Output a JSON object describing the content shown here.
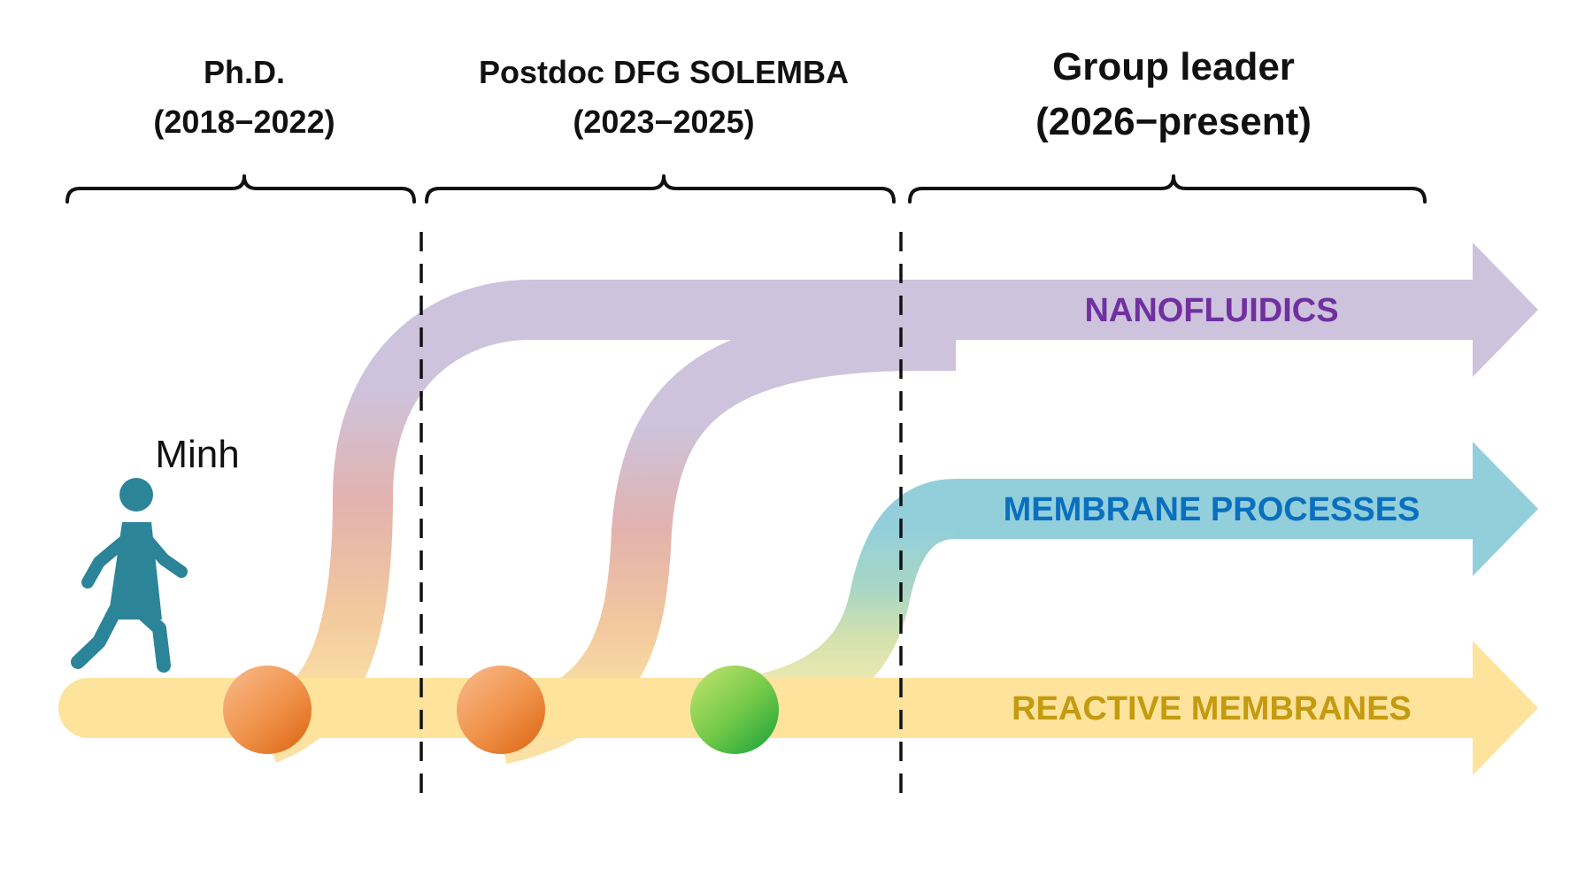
{
  "phases": [
    {
      "line1": "Ph.D.",
      "line2": "(2018−2022)"
    },
    {
      "line1": "Postdoc DFG SOLEMBA",
      "line2": "(2023−2025)"
    },
    {
      "line1": "Group leader",
      "line2": "(2026−present)"
    }
  ],
  "person": {
    "name": "Minh",
    "icon": "walking-person-icon",
    "color": "#2c8499"
  },
  "tracks": [
    {
      "label": "NANOFLUIDICS",
      "text_color": "#7030a0",
      "band_color": "#cdc3dc"
    },
    {
      "label": "MEMBRANE PROCESSES",
      "text_color": "#0a6fbf",
      "band_color": "#92cfdb"
    },
    {
      "label": "REACTIVE MEMBRANES",
      "text_color": "#c49a10",
      "band_color": "#fde39b"
    }
  ],
  "colors": {
    "orange_node": "#f0924a",
    "green_node": "#72c948",
    "divider": "#111111"
  }
}
